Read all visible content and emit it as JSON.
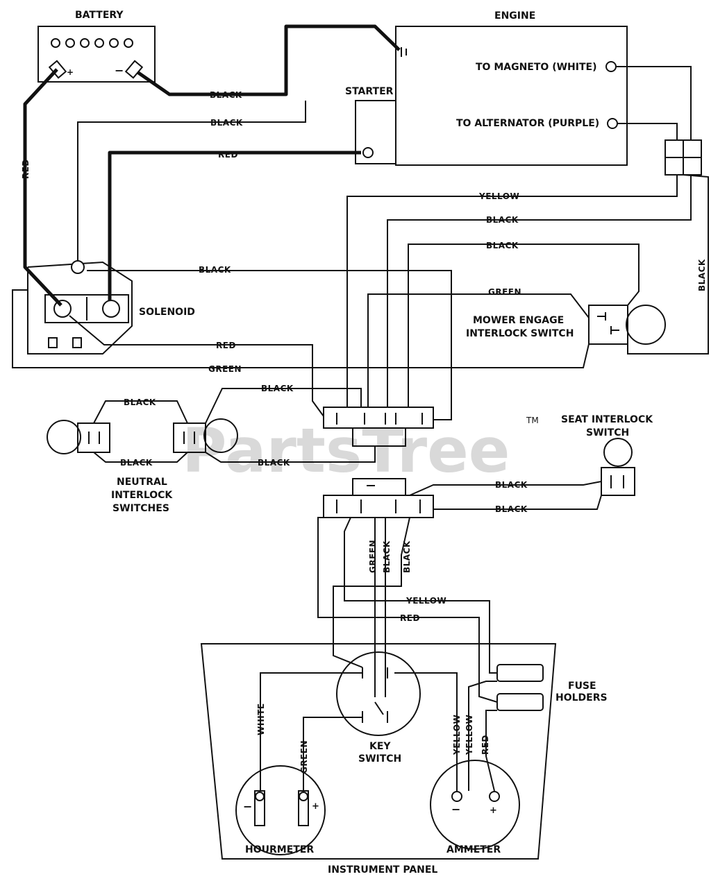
{
  "watermark": {
    "text": "PartsTree",
    "tm": "TM"
  },
  "components": {
    "battery": "BATTERY",
    "engine": "ENGINE",
    "starter": "STARTER",
    "to_magneto": "TO MAGNETO (WHITE)",
    "to_alternator": "TO ALTERNATOR (PURPLE)",
    "solenoid": "SOLENOID",
    "mower_engage_1": "MOWER ENGAGE",
    "mower_engage_2": "INTERLOCK SWITCH",
    "seat_interlock_1": "SEAT INTERLOCK",
    "seat_interlock_2": "SWITCH",
    "neutral_1": "NEUTRAL",
    "neutral_2": "INTERLOCK",
    "neutral_3": "SWITCHES",
    "fuse_1": "FUSE",
    "fuse_2": "HOLDERS",
    "key_1": "KEY",
    "key_2": "SWITCH",
    "hourmeter": "HOURMETER",
    "ammeter": "AMMETER",
    "instrument_panel": "INSTRUMENT PANEL"
  },
  "wires": {
    "black": "BLACK",
    "red": "RED",
    "green": "GREEN",
    "yellow": "YELLOW",
    "white": "WHITE"
  }
}
